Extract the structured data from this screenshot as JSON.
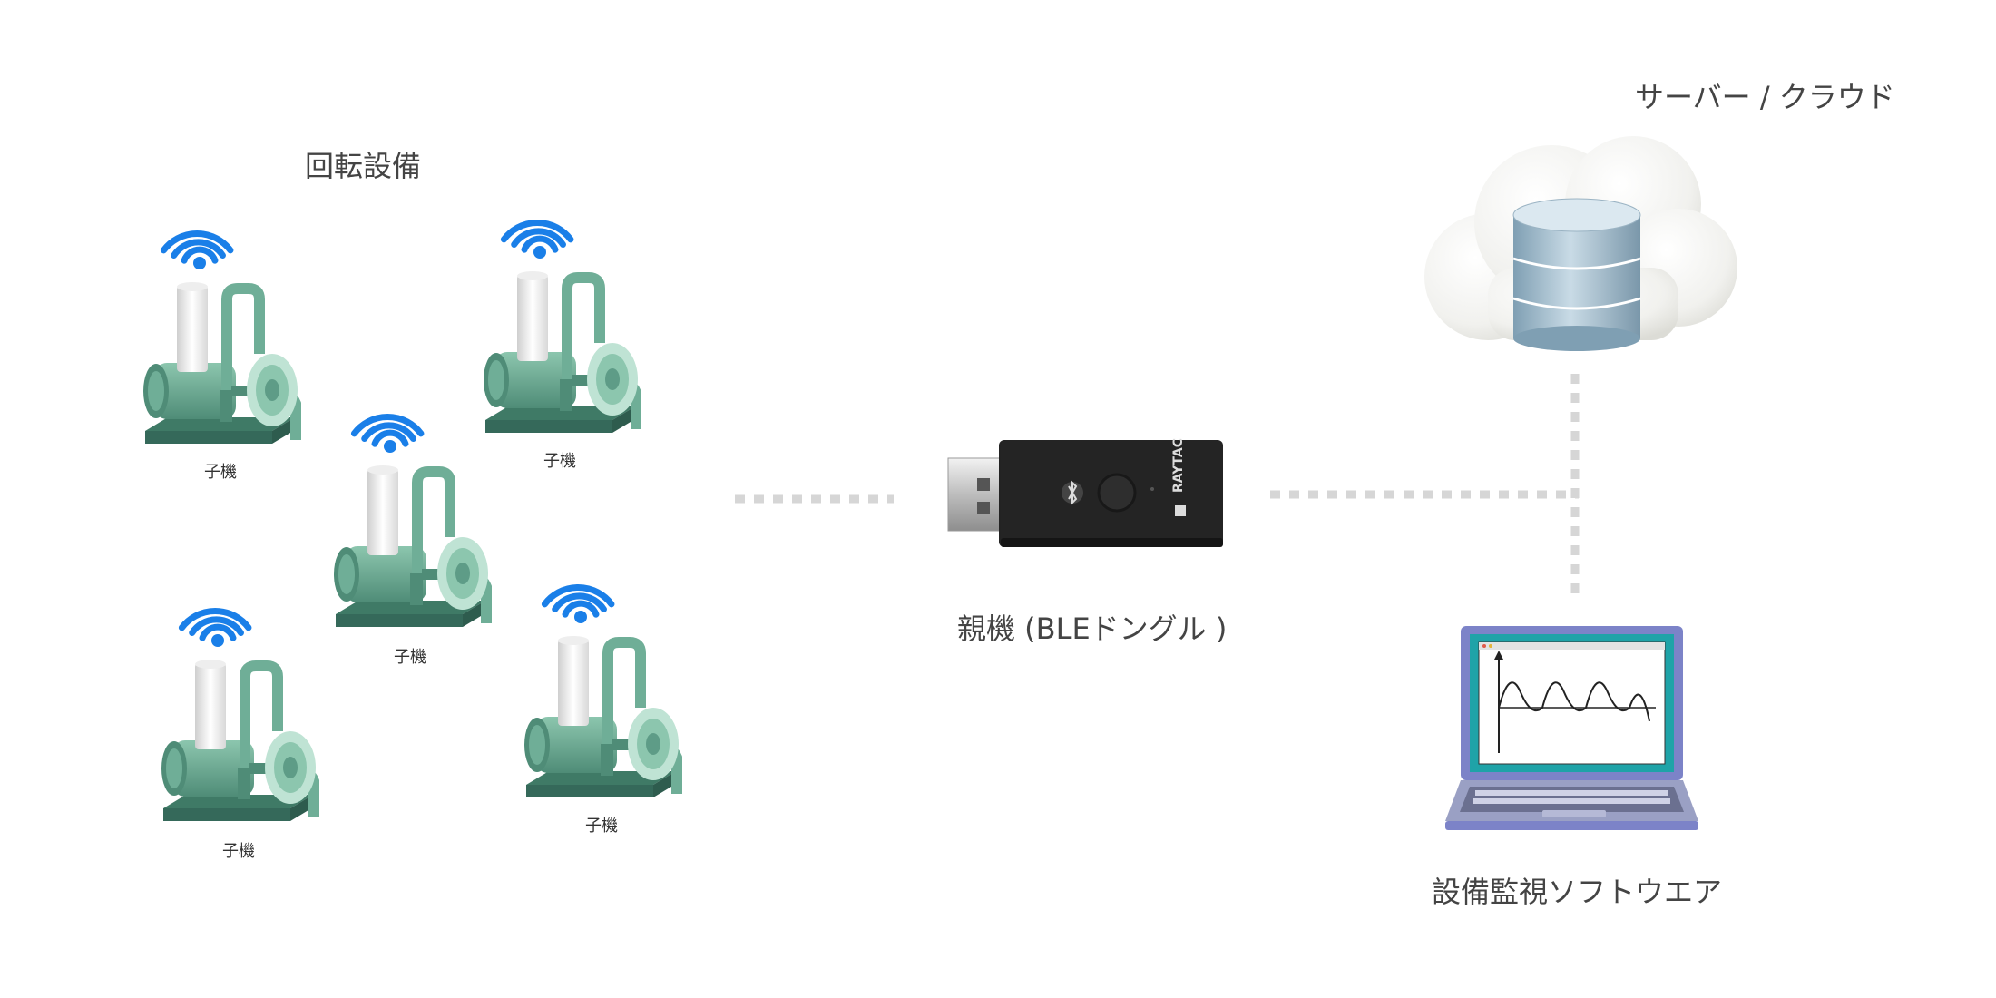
{
  "groups": {
    "rotating_equipment": "回転設備",
    "server_cloud": "サーバー / クラウド"
  },
  "devices": {
    "child_label": "子機",
    "parent_label": "親機 (BLEドングル )",
    "software_label": "設備監視ソフトウエア",
    "dongle_brand": "RAYTAC"
  },
  "colors": {
    "wifi": "#1a7fe8",
    "pump_body": "#5e9c87",
    "pump_dark": "#3f7a66",
    "pump_light": "#9fd0bc",
    "connector": "#d6d6d6",
    "dongle": "#222222",
    "laptop_frame": "#7c83c8",
    "screen_bezel": "#1fa3a8",
    "database": "#9fb8c8"
  },
  "icons": [
    "wifi-icon",
    "pump-icon",
    "usb-dongle-icon",
    "bluetooth-icon",
    "cloud-icon",
    "database-icon",
    "laptop-icon",
    "waveform-chart"
  ]
}
